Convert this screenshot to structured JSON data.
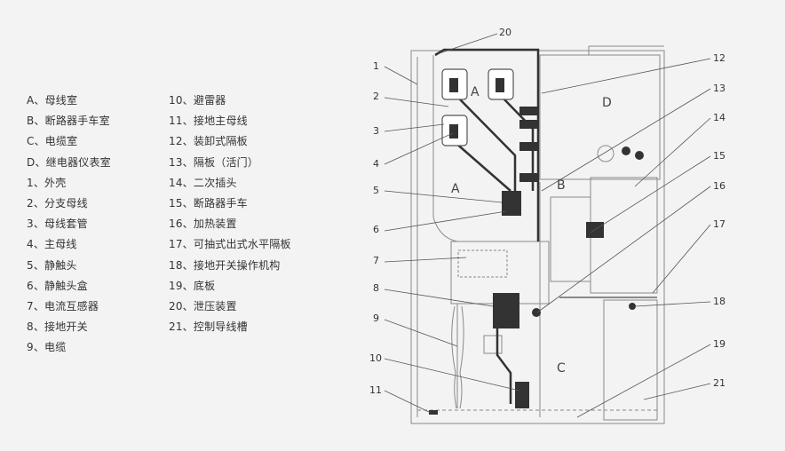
{
  "legend": {
    "left": [
      "A、母线室",
      "B、断路器手车室",
      "C、电缆室",
      "D、继电器仪表室",
      "1、外壳",
      "2、分支母线",
      "3、母线套管",
      "4、主母线",
      "5、静触头",
      "6、静触头盒",
      "7、电流互感器",
      "8、接地开关",
      "9、电缆"
    ],
    "right": [
      "10、避雷器",
      "11、接地主母线",
      "12、装卸式隔板",
      "13、隔板（活门）",
      "14、二次插头",
      "15、断路器手车",
      "16、加热装置",
      "17、可抽式出式水平隔板",
      "18、接地开关操作机构",
      "19、底板",
      "20、泄压装置",
      "21、控制导线槽"
    ]
  },
  "callouts": {
    "left": [
      "1",
      "2",
      "3",
      "4",
      "5",
      "6",
      "7",
      "8",
      "9",
      "10",
      "11"
    ],
    "right": [
      "12",
      "13",
      "14",
      "15",
      "16",
      "17",
      "18",
      "19",
      "21"
    ],
    "top": "20"
  },
  "compartment_labels": {
    "a_top": "A",
    "a_mid": "A",
    "b": "B",
    "c": "C",
    "d": "D"
  }
}
